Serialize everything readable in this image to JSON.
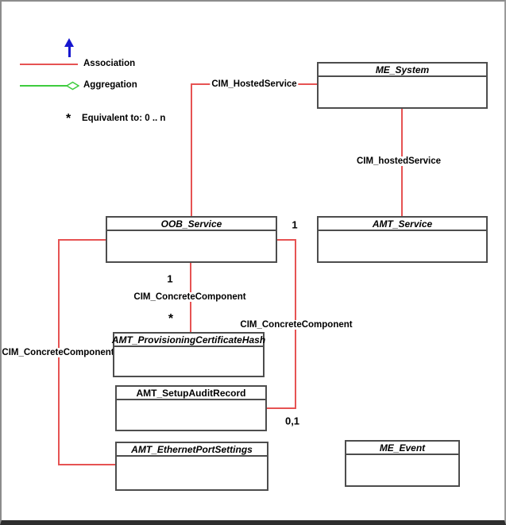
{
  "colors": {
    "association_line": "#e65353",
    "aggregation_line": "#3ecc3e",
    "generalization_arrow": "#1717cf",
    "box_border": "#4d4d4d",
    "text": "#000000",
    "page_frame": "#8c8c8c",
    "page_bottom_edge": "#2e2e2e"
  },
  "legend": {
    "association": {
      "label": "Association",
      "color": "#e65353"
    },
    "aggregation": {
      "label": "Aggregation",
      "color": "#3ecc3e"
    },
    "equivalence": {
      "symbol": "*",
      "text": "Equivalent to:  0 .. n"
    }
  },
  "classes": {
    "me_system": {
      "name": "ME_System",
      "abstract": true
    },
    "amt_service": {
      "name": "AMT_Service",
      "abstract": true
    },
    "oob_service": {
      "name": "OOB_Service",
      "abstract": true
    },
    "amt_provisioning_certificate_hash": {
      "name": "AMT_ProvisioningCertificateHash",
      "abstract": true
    },
    "amt_setup_audit_record": {
      "name": "AMT_SetupAuditRecord",
      "abstract": false
    },
    "amt_ethernet_port_settings": {
      "name": "AMT_EthernetPortSettings",
      "abstract": true
    },
    "me_event": {
      "name": "ME_Event",
      "abstract": true
    }
  },
  "relationships": {
    "hosted_service_oob": {
      "label": "CIM_HostedService",
      "from": "ME_System",
      "to": "OOB_Service",
      "type": "association"
    },
    "hosted_service_amt": {
      "label": "CIM_hostedService",
      "from": "ME_System",
      "to": "AMT_Service",
      "type": "association"
    },
    "concrete_cert_hash": {
      "label": "CIM_ConcreteComponent",
      "from": "OOB_Service",
      "to": "AMT_ProvisioningCertificateHash",
      "from_multiplicity": "1",
      "to_multiplicity": "*",
      "type": "association"
    },
    "concrete_audit_record": {
      "label": "CIM_ConcreteComponent",
      "from": "OOB_Service",
      "to": "AMT_SetupAuditRecord",
      "from_multiplicity": "1",
      "to_multiplicity": "0,1",
      "type": "association"
    },
    "concrete_ethernet": {
      "label": "CIM_ConcreteComponent",
      "from": "OOB_Service",
      "to": "AMT_EthernetPortSettings",
      "type": "association"
    }
  }
}
